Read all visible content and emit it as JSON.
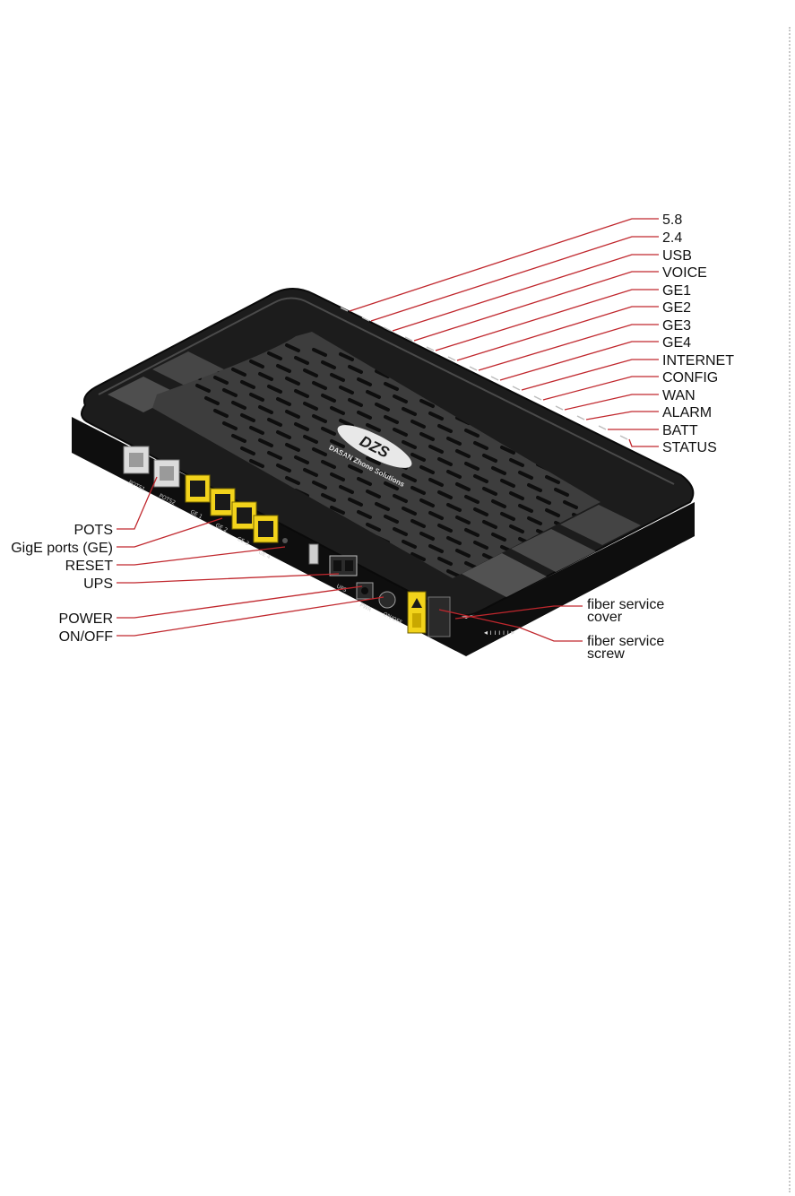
{
  "diagram": {
    "brand": {
      "logo_text": "DZS",
      "tagline": "DASAN Zhone Solutions"
    },
    "led_labels": [
      "5.8",
      "2.4",
      "USB",
      "VOICE",
      "GE1",
      "GE2",
      "GE3",
      "GE4",
      "INTERNET",
      "CONFIG",
      "WAN",
      "ALARM",
      "BATT",
      "STATUS"
    ],
    "port_labels": [
      "POTS",
      "GigE ports (GE)",
      "RESET",
      "UPS",
      "POWER",
      "ON/OFF"
    ],
    "fiber_labels": [
      {
        "line1": "fiber service",
        "line2": "cover"
      },
      {
        "line1": "fiber service",
        "line2": "screw"
      }
    ],
    "device_markings": [
      "POTS1",
      "POTS2",
      "GE 1",
      "GE 2",
      "GE 3",
      "GE 4",
      "UPS",
      "PWR",
      "ON/OFF"
    ],
    "colors": {
      "leader_line": "#c0272d",
      "device_body": "#1c1c1c",
      "top_panel": "#3d3d3d",
      "rj45_port": "#f2d31b"
    }
  }
}
